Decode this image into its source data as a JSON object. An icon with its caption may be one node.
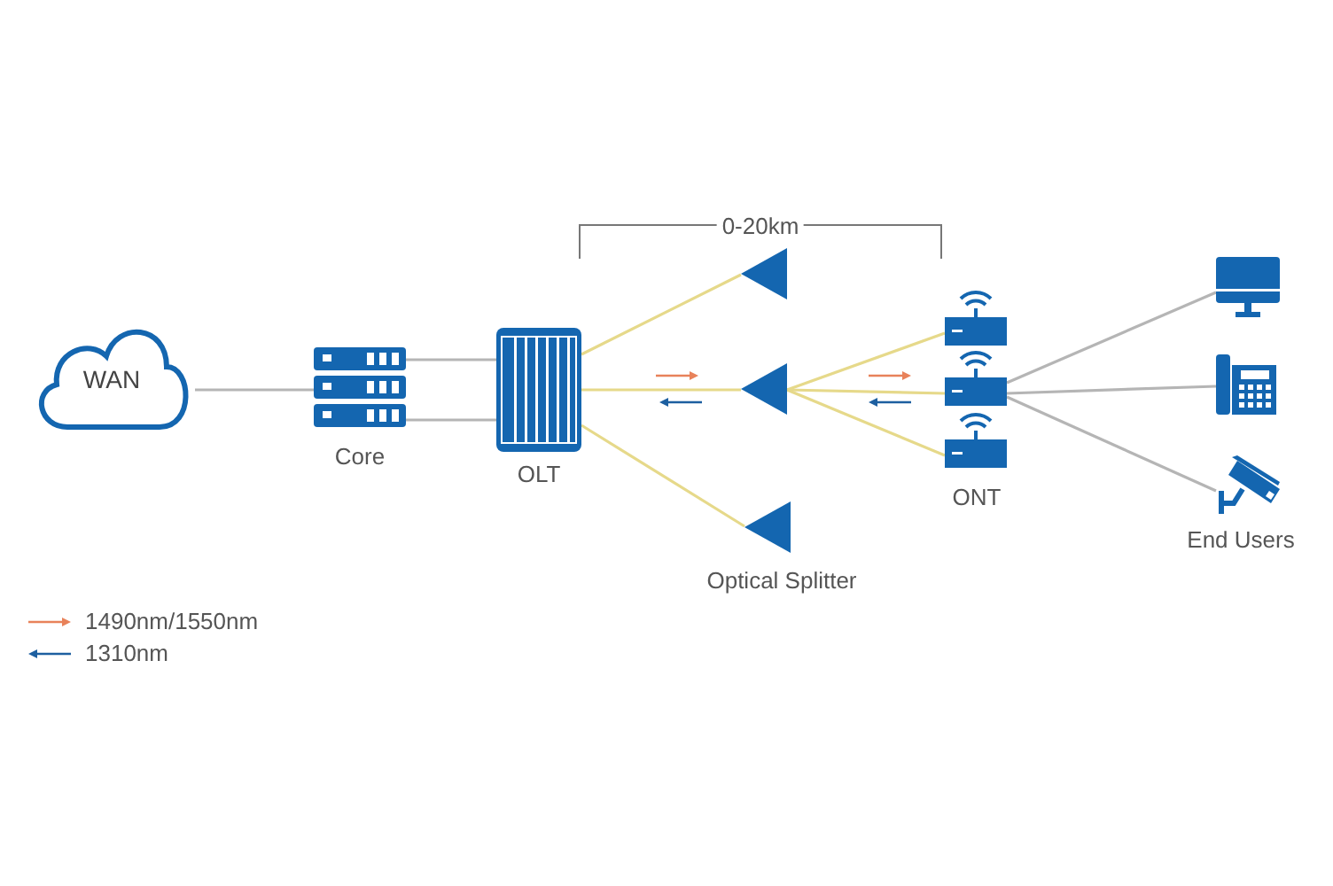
{
  "diagram": {
    "nodes": [
      {
        "text": [
          "WAN"
        ]
      },
      {
        "text": [
          "Core"
        ]
      },
      {
        "text": [
          "OLT"
        ]
      },
      {
        "text": [],
        "shape": "triangle"
      },
      {
        "text": [],
        "shape": "triangle"
      },
      {
        "text": [],
        "shape": "triangle"
      },
      {
        "text": [],
        "shape": "box"
      },
      {
        "text": [],
        "shape": "box"
      },
      {
        "text": [],
        "shape": "box"
      },
      {
        "text": [],
        "shape": "picture"
      },
      {
        "text": [],
        "shape": "picture"
      },
      {
        "text": [],
        "shape": "picture"
      }
    ],
    "edges": [
      {
        "from": 0,
        "to": 1,
        "arrow": "none"
      },
      {
        "from": 1,
        "to": 2,
        "arrow": "none"
      },
      {
        "from": 1,
        "to": 2,
        "arrow": "none"
      },
      {
        "from": 2,
        "to": 3,
        "arrow": "none",
        "color": "#e6d98a"
      },
      {
        "from": 2,
        "to": 4,
        "arrow": "none",
        "color": "#e6d98a"
      },
      {
        "from": 2,
        "to": 5,
        "arrow": "none",
        "color": "#e6d98a"
      },
      {
        "from": 4,
        "to": 6,
        "arrow": "none",
        "color": "#e6d98a"
      },
      {
        "from": 4,
        "to": 7,
        "arrow": "none",
        "color": "#e6d98a"
      },
      {
        "from": 4,
        "to": 8,
        "arrow": "none",
        "color": "#e6d98a"
      },
      {
        "from": 7,
        "to": 9,
        "arrow": "none"
      },
      {
        "from": 7,
        "to": 10,
        "arrow": "none"
      },
      {
        "from": 7,
        "to": 11,
        "arrow": "none"
      }
    ],
    "labels": [
      "0-20km",
      "Optical Splitter",
      "ONT",
      "End Users"
    ],
    "legend": [
      {
        "text": "1490nm/1550nm"
      },
      {
        "text": "1310nm"
      }
    ]
  }
}
